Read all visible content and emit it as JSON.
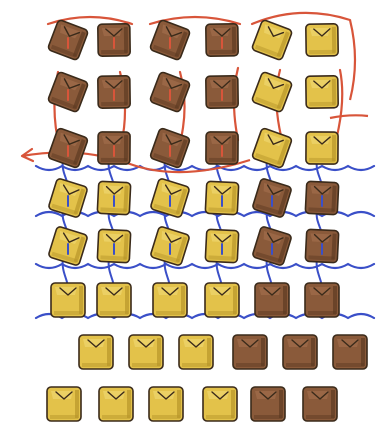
{
  "colors": {
    "background": "#ffffff",
    "brown_fill": "#8a5a3a",
    "brown_shade": "#5e3a22",
    "brown_light": "#a87250",
    "gold_fill": "#e3c24a",
    "gold_shade": "#b8952a",
    "gold_light": "#f2dc7a",
    "blue_thread": "#3a4fc8",
    "red_thread": "#d8553a",
    "outline": "#3a2a1a"
  },
  "tile_rows": [
    [
      "brown",
      "brown",
      "brown",
      "brown",
      "gold",
      "gold"
    ],
    [
      "brown",
      "brown",
      "brown",
      "brown",
      "gold",
      "gold"
    ],
    [
      "brown",
      "brown",
      "brown",
      "brown",
      "gold",
      "gold"
    ],
    [
      "gold",
      "gold",
      "gold",
      "gold",
      "brown",
      "brown"
    ],
    [
      "gold",
      "gold",
      "gold",
      "gold",
      "brown",
      "brown"
    ],
    [
      "gold",
      "gold",
      "gold",
      "gold",
      "brown",
      "brown"
    ],
    [
      "gold",
      "gold",
      "gold",
      "brown",
      "brown",
      "brown"
    ],
    [
      "gold",
      "gold",
      "gold",
      "gold",
      "brown",
      "brown"
    ]
  ],
  "threads": {
    "red_rows": [
      0,
      1,
      2
    ],
    "blue_rows": [
      2,
      3,
      4,
      5
    ]
  }
}
